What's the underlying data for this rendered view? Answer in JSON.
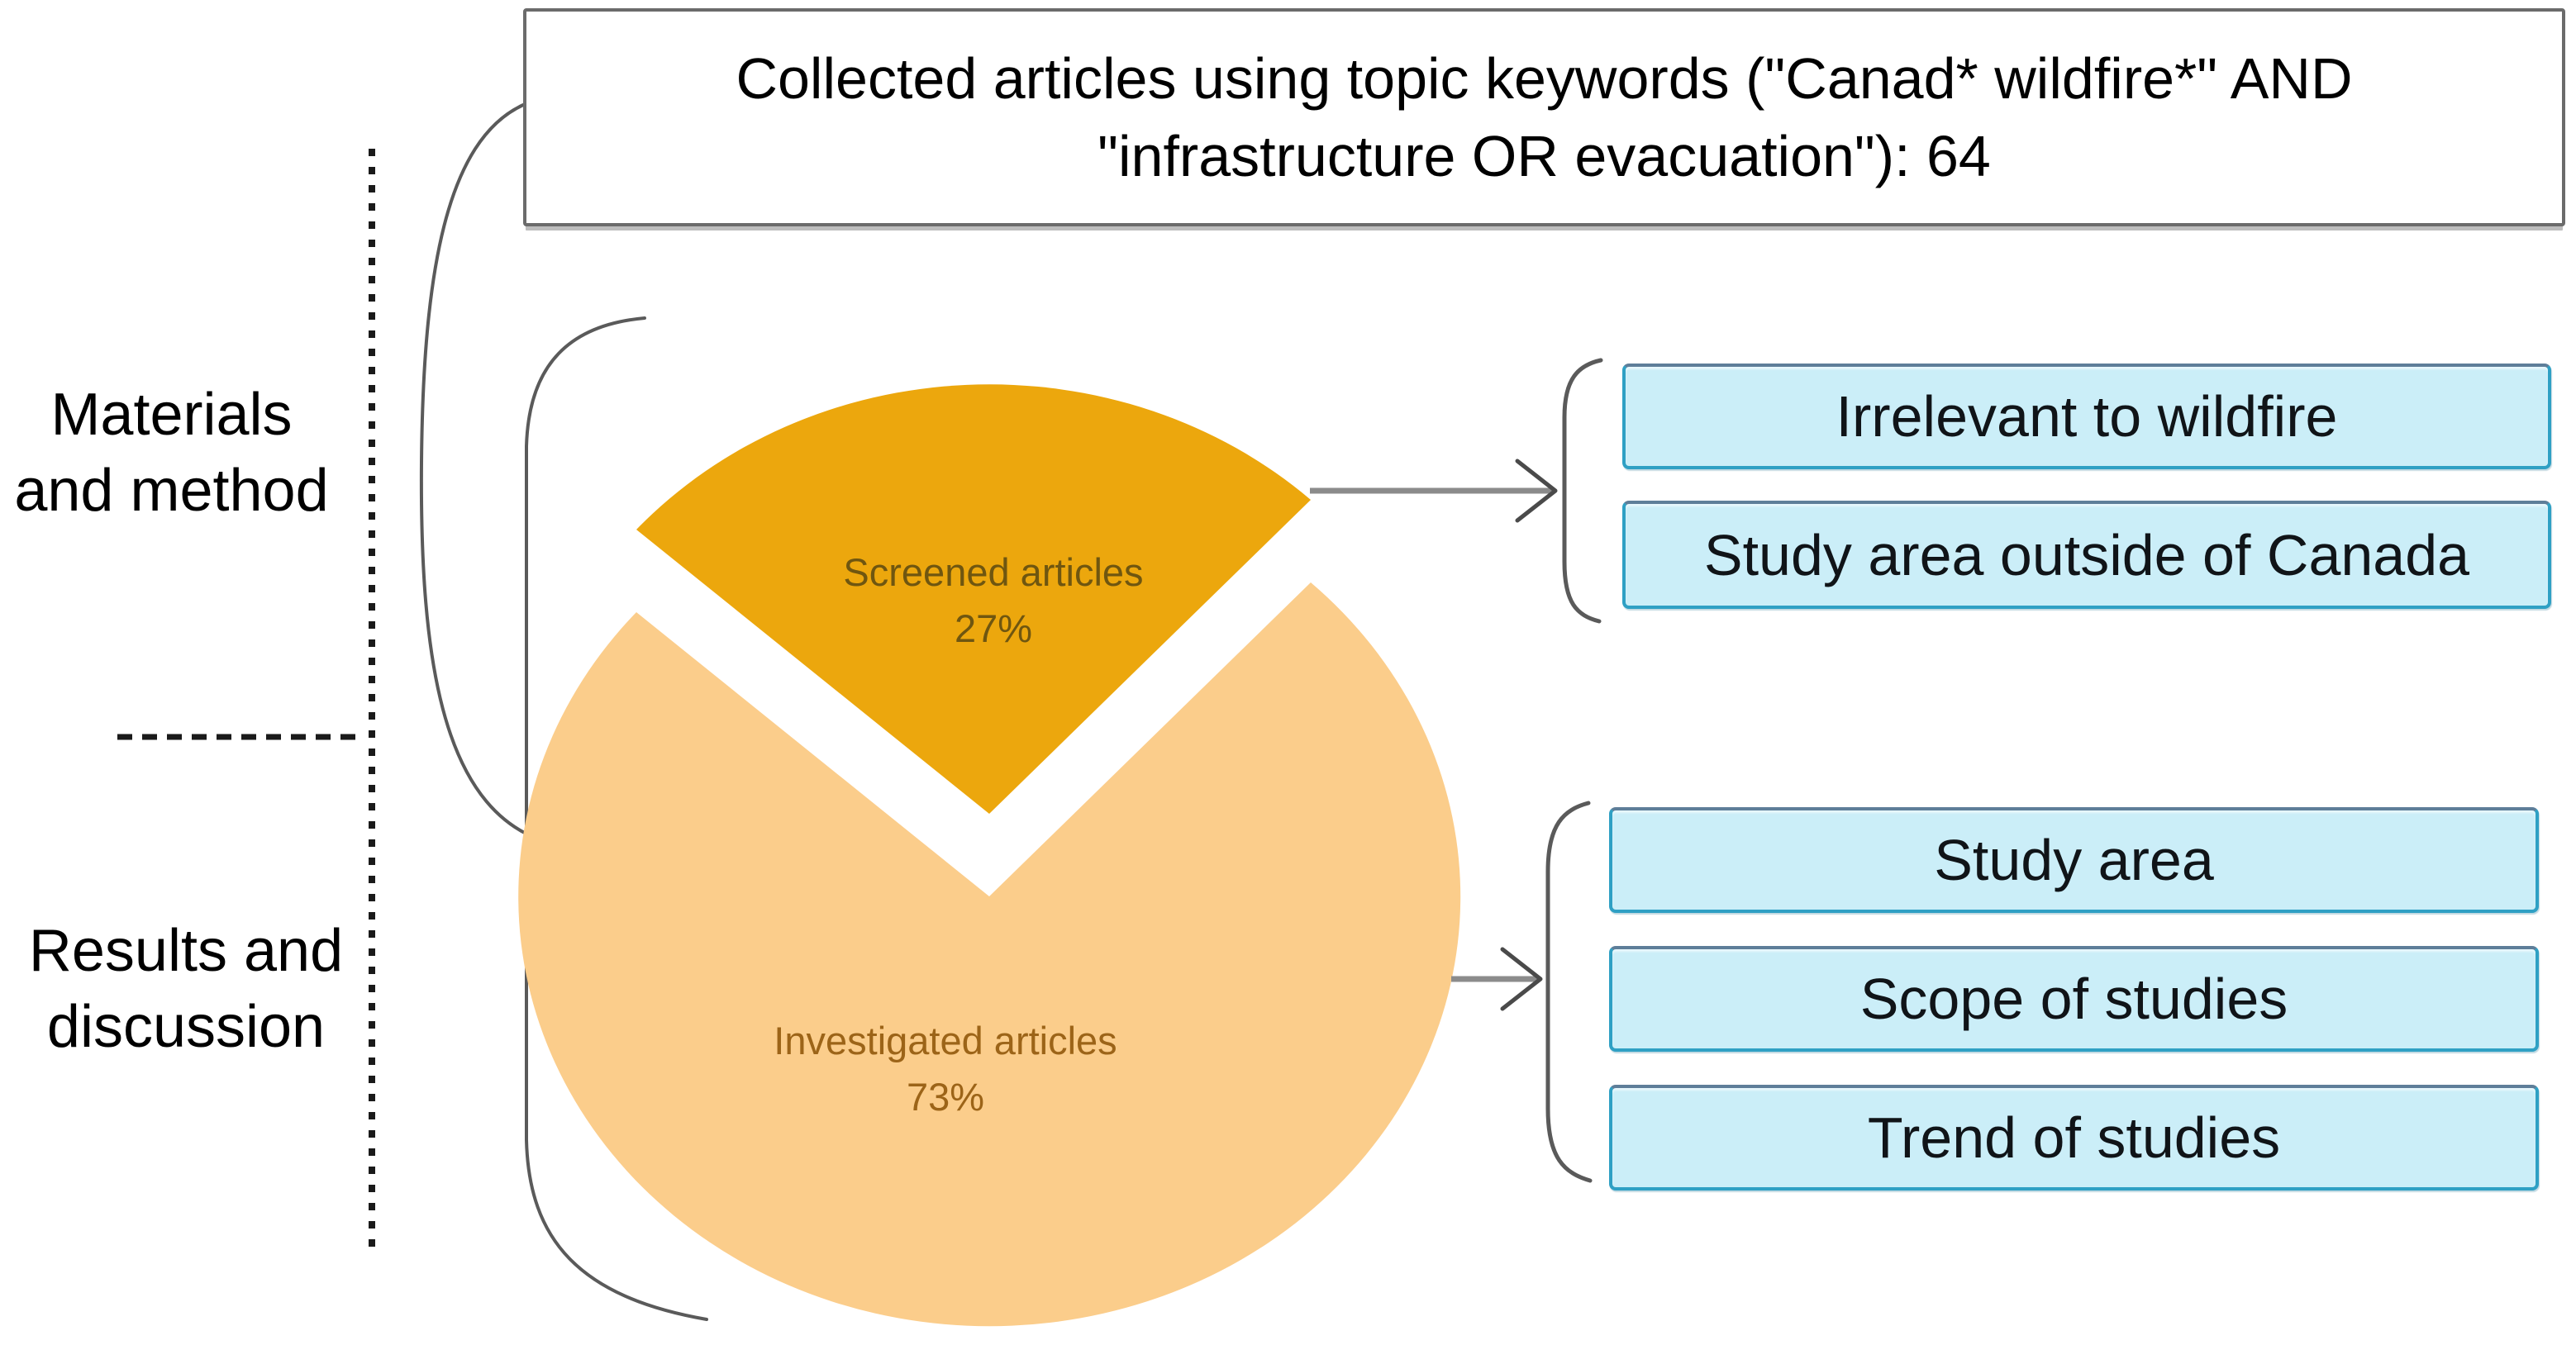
{
  "colors": {
    "pie_dark": "#ECA70D",
    "pie_light": "#FBCD8B",
    "pie_dark_label": "#6F5610",
    "pie_light_label": "#9C6418",
    "box_fill": "#CBEEF8",
    "box_border": "#2FA0C4",
    "box_border_top": "#5E7E99",
    "frame_border": "#6B6B6B",
    "connector": "#5A5A5A",
    "arrow_shaft": "#8B8B8B",
    "text": "#000000"
  },
  "top_box": {
    "lines": [
      "Collected articles using topic keywords (\"Canad* wildfire*\" AND",
      "\"infrastructure OR evacuation\"): 64"
    ]
  },
  "side_labels": {
    "materials": {
      "lines": [
        "Materials",
        "and method"
      ]
    },
    "results": {
      "lines": [
        "Results and",
        "discussion"
      ]
    }
  },
  "pie": {
    "slices": [
      {
        "name": "Screened articles",
        "percent": "27%"
      },
      {
        "name": "Investigated articles",
        "percent": "73%"
      }
    ]
  },
  "outcome_groups": {
    "screened": {
      "boxes": [
        "Irrelevant to wildfire",
        "Study area outside of Canada"
      ]
    },
    "investigated": {
      "boxes": [
        "Study area",
        "Scope of studies",
        "Trend of studies"
      ]
    }
  },
  "chart_data": {
    "type": "pie",
    "categories": [
      "Screened articles",
      "Investigated articles"
    ],
    "values": [
      27,
      73
    ],
    "units": "percent",
    "title": "",
    "colors": [
      "#ECA70D",
      "#FBCD8B"
    ],
    "exploded_slice": "Screened articles",
    "annotations": [
      "Collected articles using topic keywords (\"Canad* wildfire*\" AND \"infrastructure OR evacuation\"): 64",
      "Materials and method",
      "Results and discussion"
    ]
  }
}
